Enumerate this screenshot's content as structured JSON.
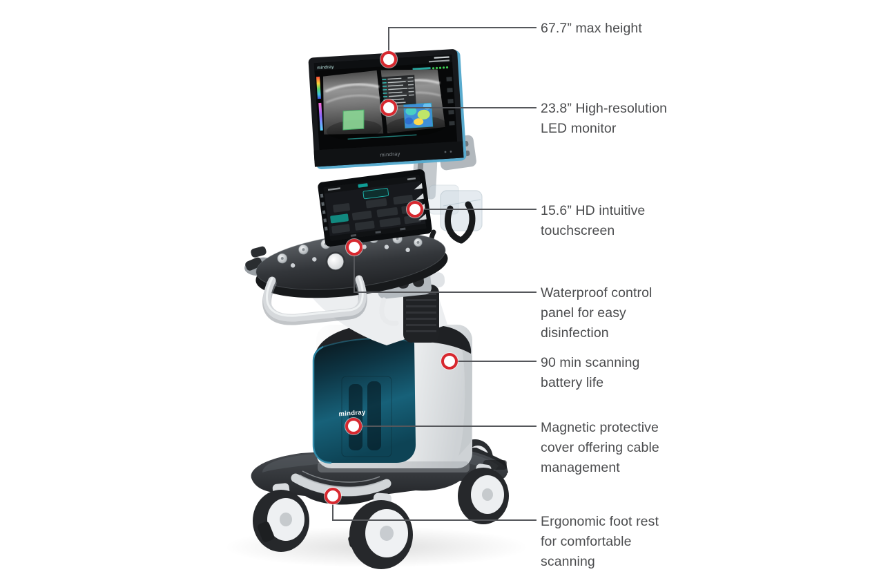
{
  "brand": {
    "name": "mindray"
  },
  "colors": {
    "marker_red": "#d7282f",
    "leader_gray": "#55575b",
    "label_text": "#4b4c4e",
    "cover_teal": "#176179",
    "screen_accent_teal": "#2bb9b0",
    "monitor_edge_blue": "#59abce"
  },
  "callouts": [
    {
      "id": "max-height",
      "label": "67.7” max height"
    },
    {
      "id": "led-monitor",
      "label": "23.8” High-resolution\nLED monitor"
    },
    {
      "id": "touchscreen",
      "label": "15.6” HD intuitive\ntouchscreen"
    },
    {
      "id": "control-panel",
      "label": "Waterproof control\npanel for easy\ndisinfection"
    },
    {
      "id": "battery",
      "label": "90 min scanning\nbattery life"
    },
    {
      "id": "cable-cover",
      "label": "Magnetic protective\ncover offering cable\nmanagement"
    },
    {
      "id": "foot-rest",
      "label": "Ergonomic foot rest\nfor comfortable\nscanning"
    }
  ]
}
